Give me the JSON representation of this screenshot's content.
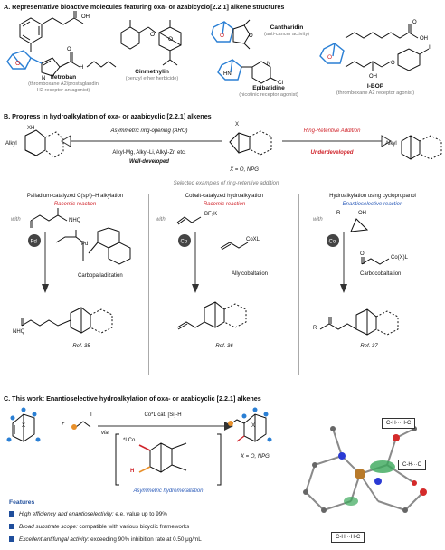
{
  "sectionA": {
    "title": "A. Representative bioactive molecules featuring oxa- or azabicyclo[2.2.1] alkene structures",
    "molecules": [
      {
        "name": "Ifetroban",
        "note1": "(thromboxane A2/prostaglandin",
        "note2": "H2 receptor antagonist)"
      },
      {
        "name": "Cinmethylin",
        "note1": "(benzyl ether herbicide)"
      },
      {
        "name": "Cantharidin",
        "note1": "(anti-cancer activity)"
      },
      {
        "name": "Epibatidine",
        "note1": "(nicotinic receptor agonist)"
      },
      {
        "name": "I-BOP",
        "note1": "(thromboxane A2 receptor agonist)"
      }
    ],
    "atoms": {
      "o": "O",
      "nh": "HN",
      "h": "H",
      "n": "N",
      "oh": "OH",
      "cl": "Cl",
      "i": "I",
      "o2": "O"
    }
  },
  "sectionB": {
    "title": "B. Progress in hydroalkylation of oxa- or azabicyclic [2.2.1] alkenes",
    "aro": "Asymmetric ring-opening (ARO)",
    "aro_reagents": "Alkyl-Mg, Alkyl-Li, Alkyl-Zn etc.",
    "aro_status": "Well-developed",
    "rra": "Ring-Retentive Addition",
    "rra_status": "Underdeveloped",
    "x_eq": "X = O, NPG",
    "alkyl": "Alkyl",
    "xh": "XH",
    "x": "X",
    "selected": "Selected examples of ring-retentive addition",
    "examples": [
      {
        "title": "Palladium-catalyzed C(sp³)–H alkylation",
        "sub": "Racemic reaction",
        "with": "with",
        "intermediate": "Carbopalladization",
        "ref": "Ref. 35",
        "metal": "Pd",
        "amide": "NHQ"
      },
      {
        "title": "Cobalt-catalyzed hydroalkylation",
        "sub": "Racemic reaction",
        "with": "with",
        "reagent": "BF₃K",
        "reagent2": "CoXL",
        "intermediate": "Allylcobaltation",
        "ref": "Ref. 36",
        "metal": "Co"
      },
      {
        "title": "Hydroalkylation using cyclopropanol",
        "sub": "Enantioselective reaction",
        "with": "with",
        "r": "R",
        "oh": "OH",
        "reagent2": "Co(X)L",
        "intermediate": "Carbocobaltation",
        "ref": "Ref. 37",
        "metal": "Co"
      }
    ]
  },
  "sectionC": {
    "title": "C. This work: Enantioselective hydroalkylation of oxa- or azabicyclic [2.2.1] alkenes",
    "catalyst": "Co*L cat.   [Si]-H",
    "via": "via",
    "lco": "*LCo",
    "h": "H",
    "x_eq": "X = O, NPG",
    "mechanism": "Asymmetric hydrometallation",
    "features_title": "Features",
    "features": [
      {
        "bold": "High efficiency and enantioselectivity:",
        "text": " e.e. value up to 99%"
      },
      {
        "bold": "Broad substrate scope:",
        "text": " compatible with various bicyclic frameworks"
      },
      {
        "bold": "Excellent antifungal activity:",
        "text": " exceeding 90% inhibition rate at 0.50 μg/mL"
      }
    ],
    "interactions": [
      "C-H···H-C",
      "C-H···O",
      "C-H···H-C"
    ]
  },
  "colors": {
    "blue": "#2a7fd4",
    "red": "#d0242b",
    "orange": "#e8902a",
    "features": "#1f4e9c"
  }
}
